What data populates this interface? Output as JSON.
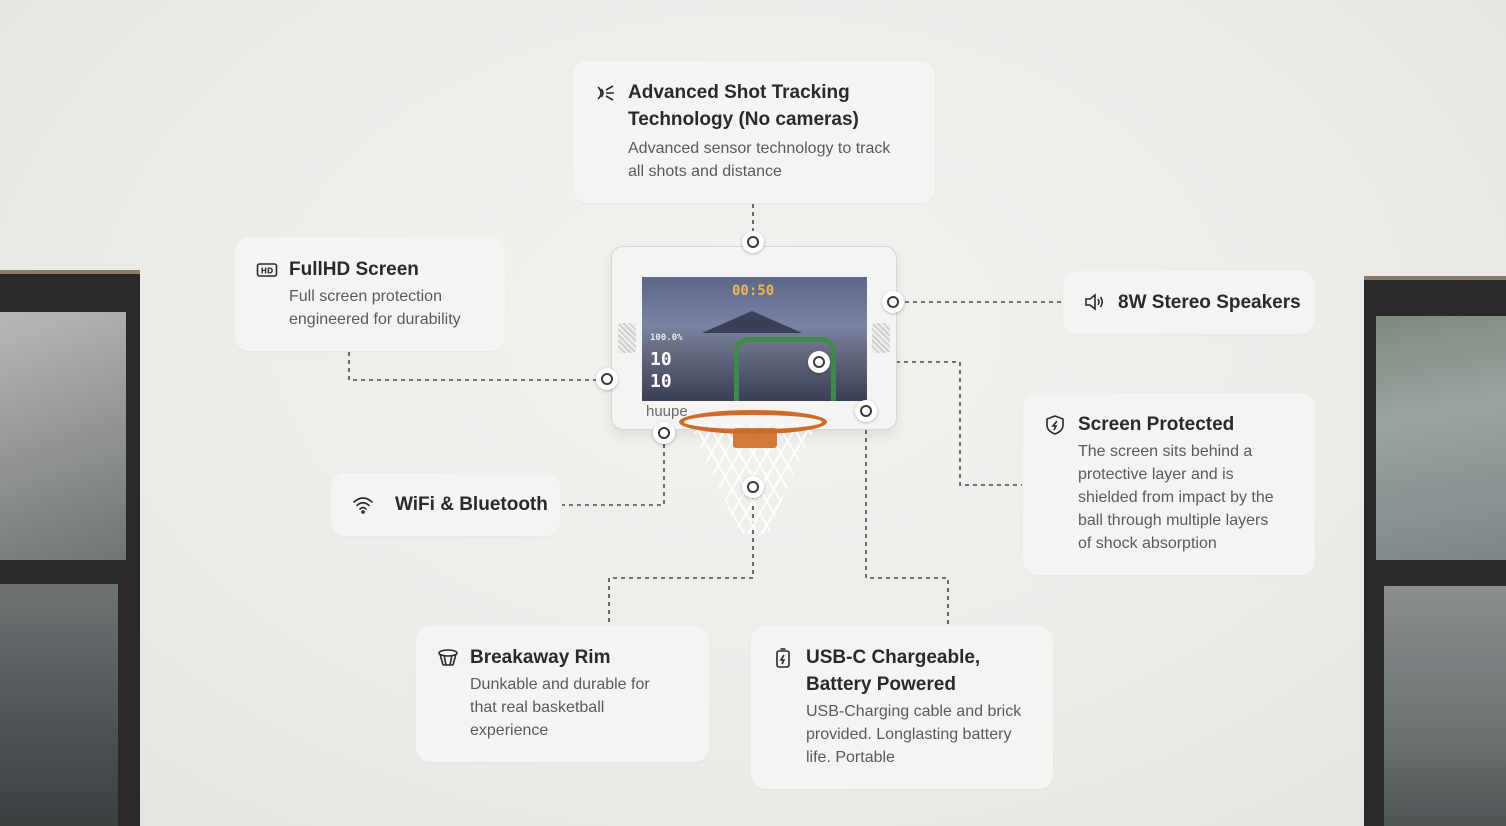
{
  "cards": {
    "tracking": {
      "title_line1": "Advanced Shot Tracking",
      "title_line2": "Technology (No cameras)",
      "desc_line1": "Advanced sensor technology to track",
      "desc_line2": "all shots and distance",
      "icon": "sensor-icon"
    },
    "screen": {
      "title": "FullHD Screen",
      "desc_line1": "Full screen protection",
      "desc_line2": "engineered for durability",
      "icon": "hd-icon"
    },
    "speakers": {
      "title": "8W Stereo Speakers",
      "icon": "speaker-icon"
    },
    "protected": {
      "title": "Screen Protected",
      "desc_lines": [
        "The screen sits behind a",
        "protective layer and is",
        "shielded from impact by the",
        "ball through multiple layers",
        "of shock absorption"
      ],
      "icon": "shield-icon"
    },
    "wifi": {
      "title": "WiFi & Bluetooth",
      "icon": "wifi-icon"
    },
    "rim": {
      "title": "Breakaway Rim",
      "desc_lines": [
        "Dunkable and durable for",
        "that real basketball",
        "experience"
      ],
      "icon": "hoop-icon"
    },
    "usb": {
      "title_line1": "USB-C Chargeable,",
      "title_line2": "Battery Powered",
      "desc_lines": [
        "USB-Charging cable and brick",
        "provided. Longlasting battery",
        "life. Portable"
      ],
      "icon": "battery-icon"
    }
  },
  "device": {
    "timer": "00:50",
    "percent": "100.0%",
    "made": "10",
    "attempts": "10",
    "brand": "huupe"
  },
  "colors": {
    "wall": "#ecebe8",
    "card": "#f5f4f2",
    "rim": "#d06a2a",
    "frame": "#3f8a48",
    "timer": "#f0b84a"
  }
}
